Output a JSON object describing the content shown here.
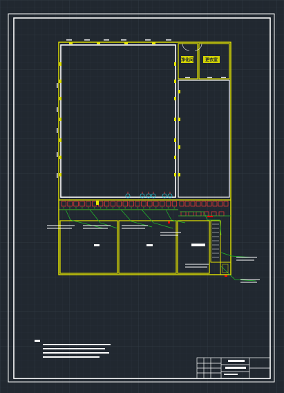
{
  "colors": {
    "background": "#212830",
    "grid": "#2c343d",
    "frame": "#ffffff",
    "wall": "#e6e600",
    "equipment": "#ff3a3a",
    "pipe": "#22c42a",
    "cyan": "#29c9d9",
    "accent_red": "#ff0000"
  },
  "room_labels": {
    "room_a": "净化间",
    "room_b": "更衣室"
  },
  "icons": {
    "wall": "wall-outline",
    "column": "column-marker",
    "equipment": "equipment-block",
    "valve": "valve-icon",
    "stair": "stair-icon"
  }
}
